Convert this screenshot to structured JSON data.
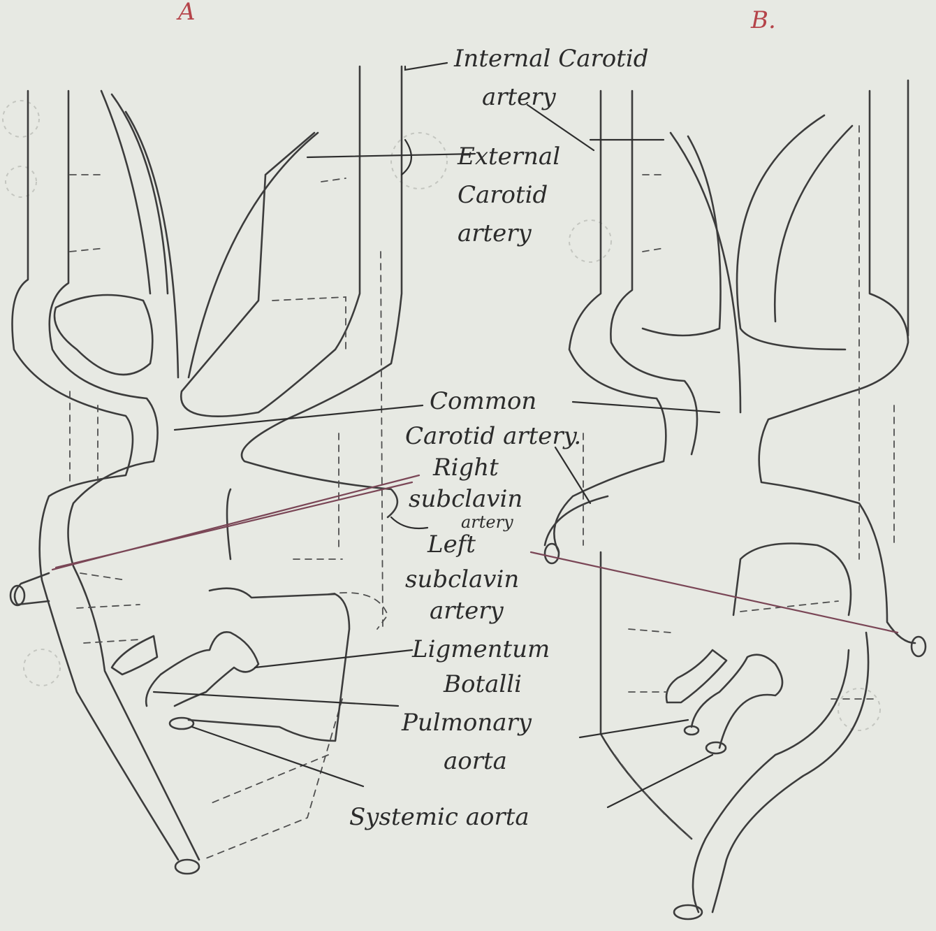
{
  "diagram": {
    "panel_a_mark": "A",
    "panel_b_mark": "B.",
    "labels": {
      "internal_carotid_line1": "Internal Carotid",
      "internal_carotid_line2": "artery",
      "external_carotid_line1": "External",
      "external_carotid_line2": "Carotid",
      "external_carotid_line3": "artery",
      "common_carotid_line1": "Common",
      "common_carotid_line2": "Carotid artery.",
      "right_subclavian_line1": "Right",
      "right_subclavian_line2": "subclavin",
      "right_subclavian_line3": "artery",
      "left_subclavian_line1": "Left",
      "left_subclavian_line2": "subclavin",
      "left_subclavian_line3": "artery",
      "ligamentum_line1": "Ligmentum",
      "ligamentum_line2": "Botalli",
      "pulmonary_line1": "Pulmonary",
      "pulmonary_line2": "aorta",
      "systemic": "Systemic aorta"
    },
    "colors": {
      "ink": "#3c3c3c",
      "panel_marks": "#b5444a",
      "red_leaders": "#7a4656",
      "paper": "#e7e9e3"
    }
  }
}
